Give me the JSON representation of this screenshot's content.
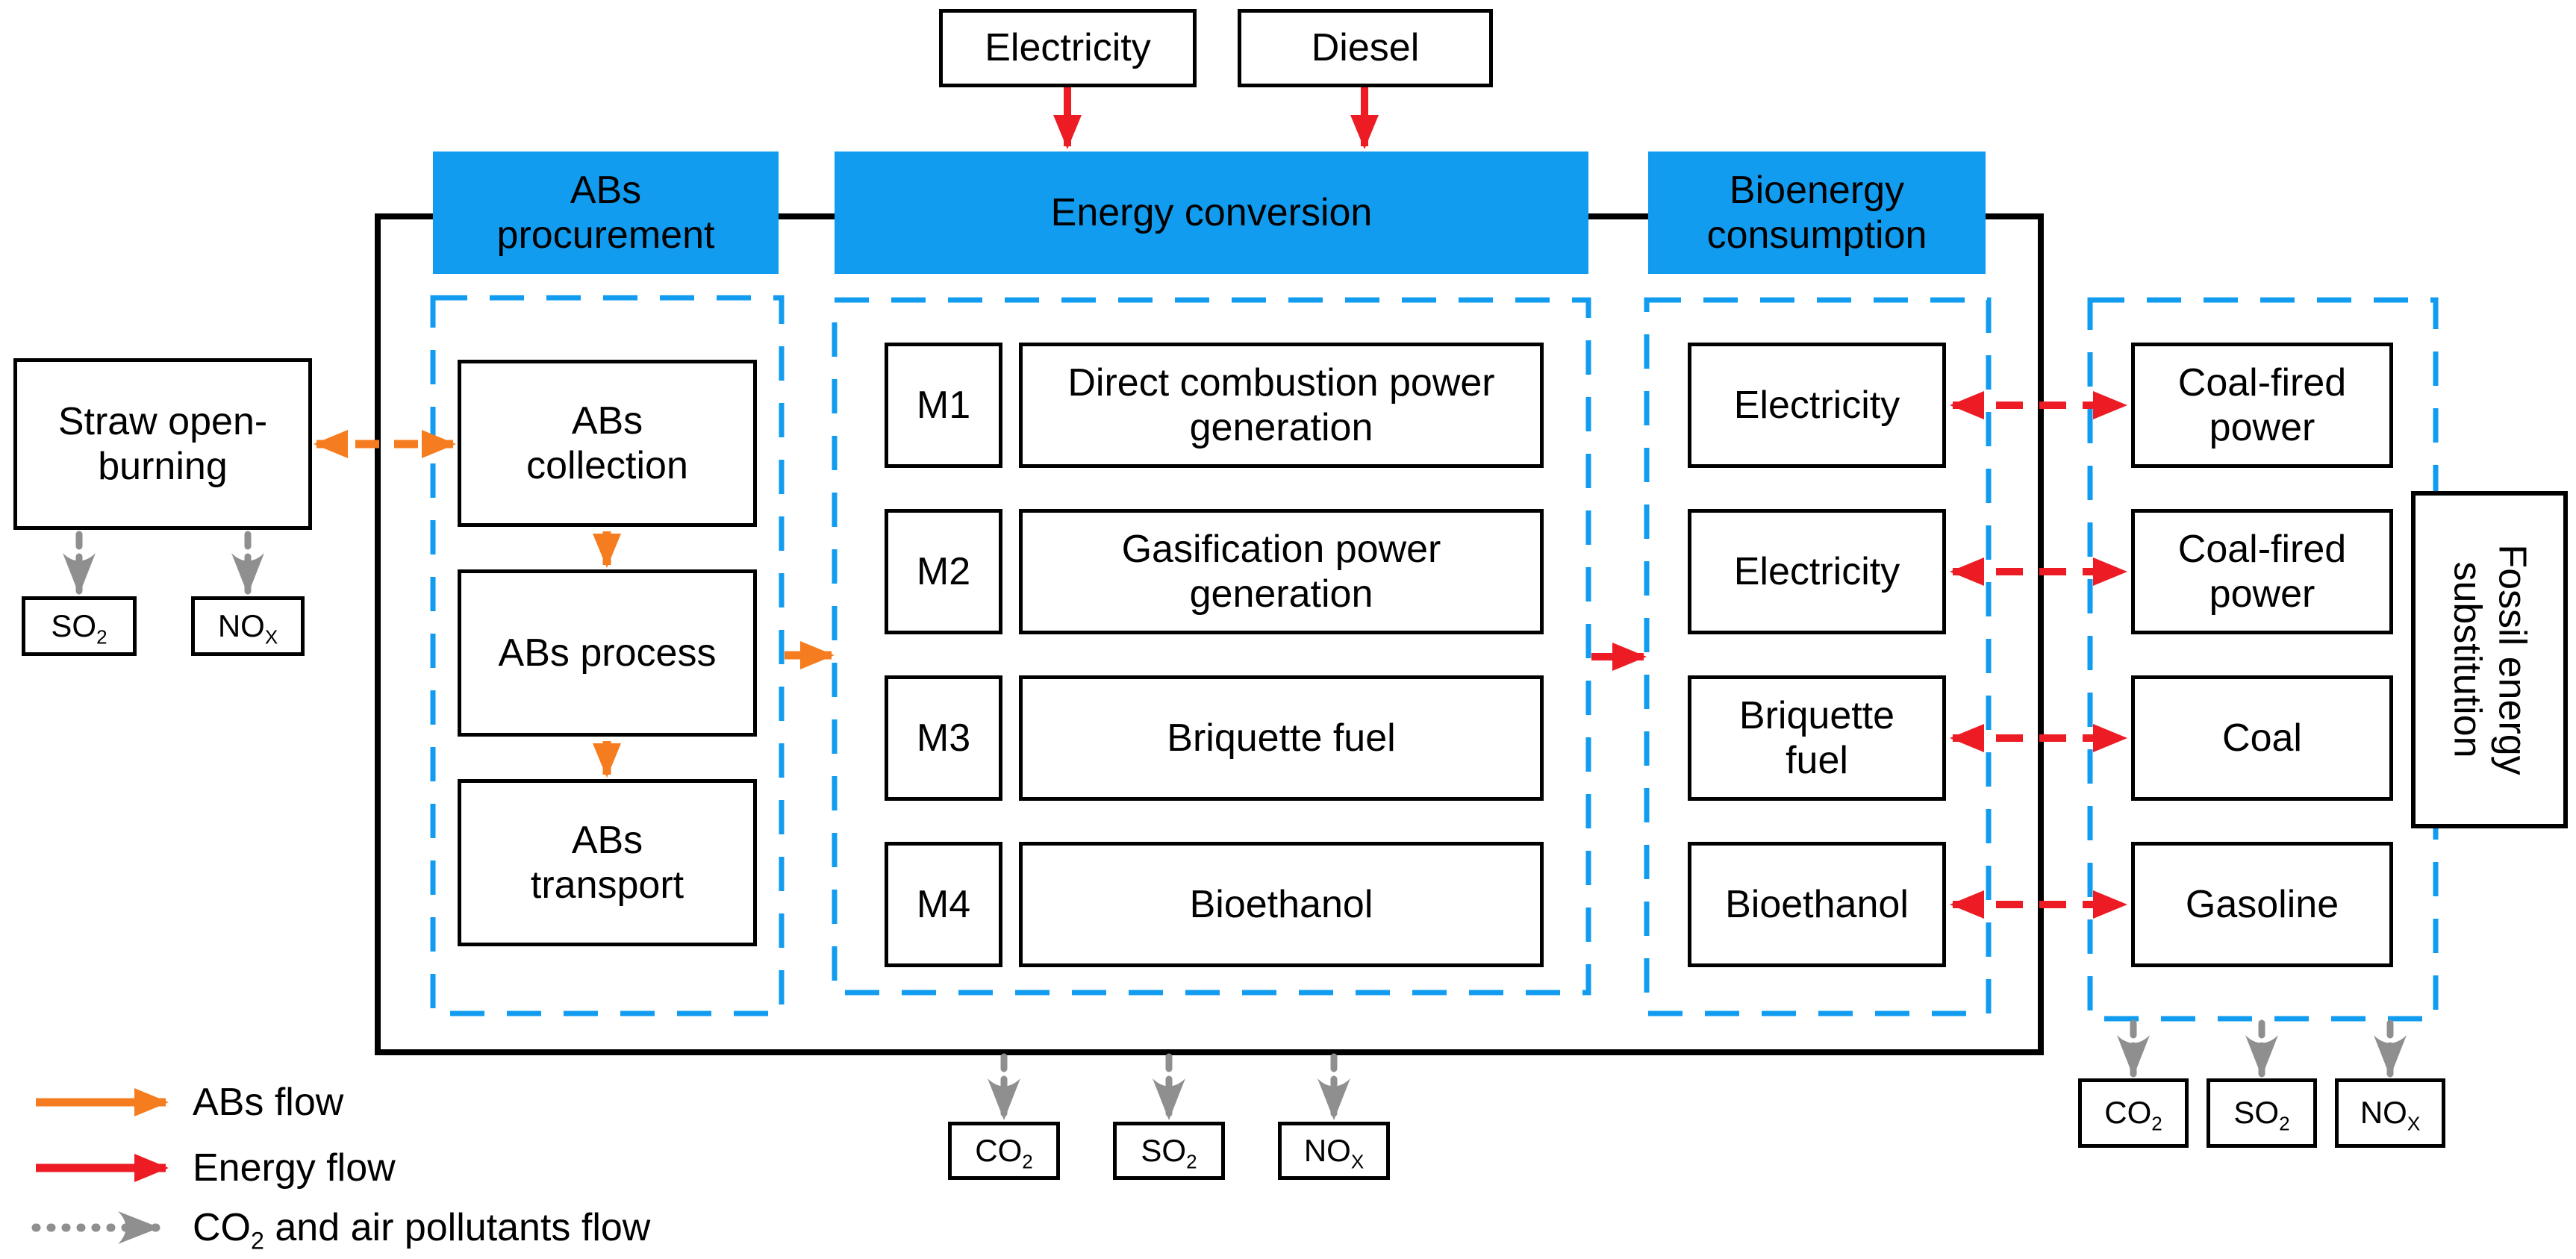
{
  "colors": {
    "header_bg": "#119CF0",
    "group_border": "#119CF0",
    "abs_flow_orange": "#F57C1F",
    "energy_flow_red": "#ED1C24",
    "pollutant_flow_gray": "#8F8F8F",
    "box_border": "#000000"
  },
  "top_inputs": {
    "electricity": "Electricity",
    "diesel": "Diesel"
  },
  "headers": {
    "procurement": "ABs procurement",
    "conversion": "Energy conversion",
    "consumption": "Bioenergy consumption"
  },
  "straw": {
    "label": "Straw open-burning",
    "so2": {
      "base": "SO",
      "sub": "2"
    },
    "nox": {
      "base": "NO",
      "sub": "X"
    }
  },
  "procurement": {
    "items": [
      "ABs collection",
      "ABs process",
      "ABs transport"
    ]
  },
  "conversion": {
    "rows": [
      {
        "code": "M1",
        "label": "Direct combustion power generation"
      },
      {
        "code": "M2",
        "label": "Gasification power generation"
      },
      {
        "code": "M3",
        "label": "Briquette fuel"
      },
      {
        "code": "M4",
        "label": "Bioethanol"
      }
    ],
    "emissions": [
      {
        "base": "CO",
        "sub": "2"
      },
      {
        "base": "SO",
        "sub": "2"
      },
      {
        "base": "NO",
        "sub": "X"
      }
    ]
  },
  "consumption": {
    "items": [
      "Electricity",
      "Electricity",
      "Briquette fuel",
      "Bioethanol"
    ]
  },
  "substitution": {
    "label": "Fossil energy substitution",
    "items": [
      "Coal-fired power",
      "Coal-fired power",
      "Coal",
      "Gasoline"
    ],
    "emissions": [
      {
        "base": "CO",
        "sub": "2"
      },
      {
        "base": "SO",
        "sub": "2"
      },
      {
        "base": "NO",
        "sub": "X"
      }
    ]
  },
  "legend": {
    "abs": "ABs flow",
    "energy": "Energy flow",
    "pollutant": {
      "base": "CO",
      "sub": "2",
      "rest": " and air pollutants flow"
    }
  }
}
